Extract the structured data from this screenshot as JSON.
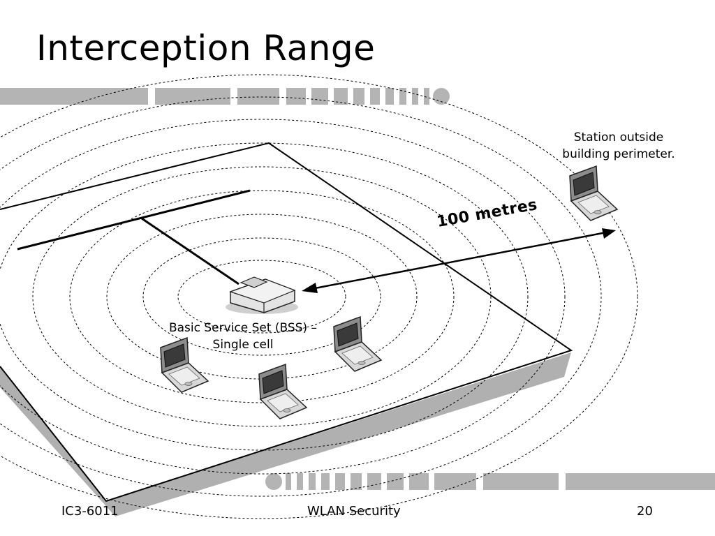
{
  "slide": {
    "title": "Interception Range",
    "distance_label": "100 metres",
    "bss_label_line1": "Basic Service Set (BSS) –",
    "bss_label_line2": "Single cell",
    "station_label_line1": "Station outside",
    "station_label_line2": "building perimeter."
  },
  "footer": {
    "left": "IC3-6011",
    "center": "WLAN Security",
    "page": "20"
  },
  "colors": {
    "band_gray": "#b4b4b4",
    "shadow_gray": "#b0b0b0",
    "ink": "#000000"
  },
  "icons": {
    "access_point": "access-point-icon",
    "laptop": "laptop-icon"
  }
}
